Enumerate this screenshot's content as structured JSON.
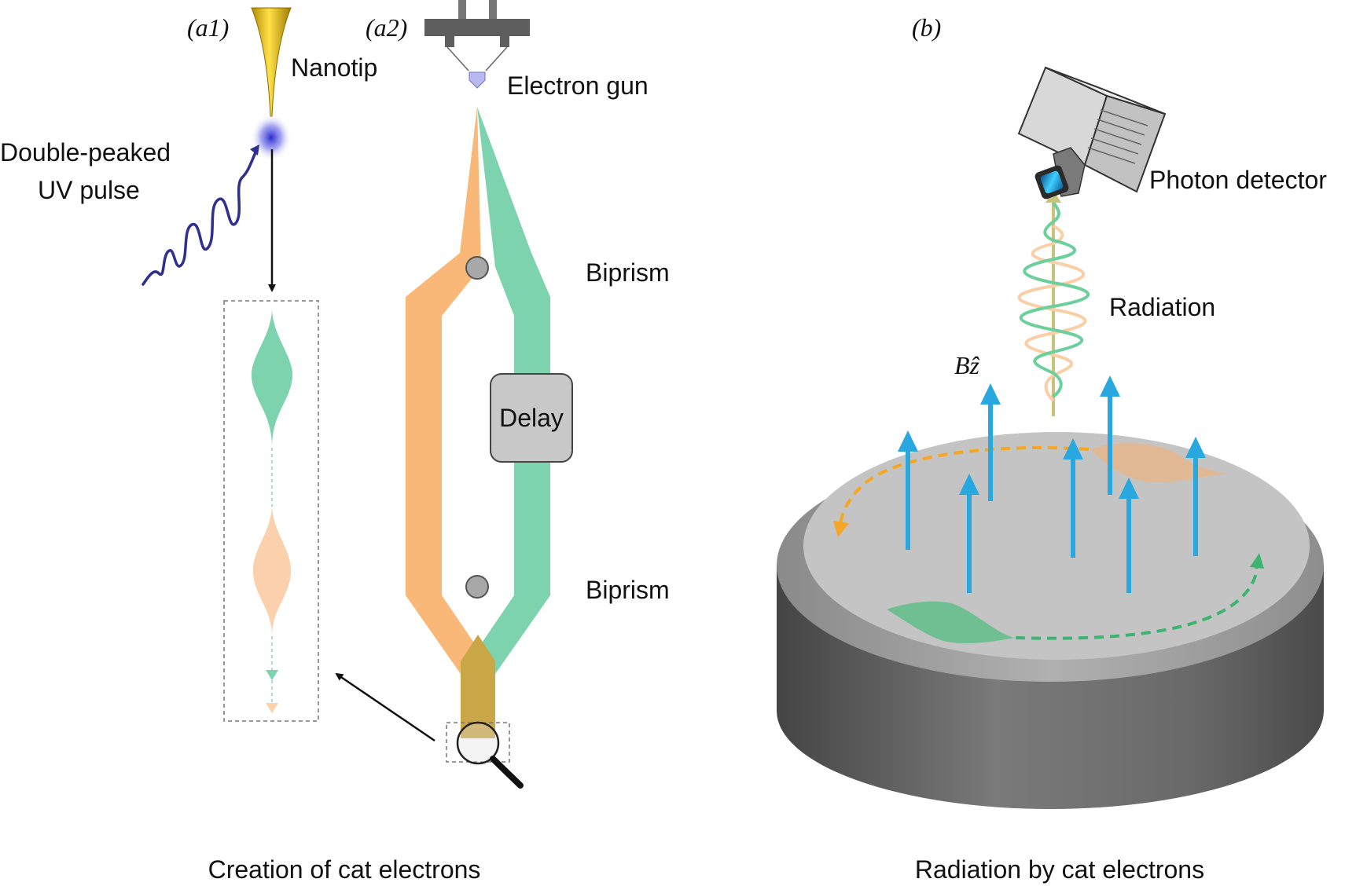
{
  "panels": {
    "a1": {
      "tag": "(a1)"
    },
    "a2": {
      "tag": "(a2)"
    },
    "b": {
      "tag": "(b)"
    }
  },
  "labels": {
    "nanotip": "Nanotip",
    "uv_pulse_line1": "Double-peaked",
    "uv_pulse_line2": "UV pulse",
    "electron_gun": "Electron gun",
    "biprism_top": "Biprism",
    "biprism_bottom": "Biprism",
    "delay": "Delay",
    "photon_detector": "Photon detector",
    "radiation": "Radiation",
    "field": "Bẑ"
  },
  "captions": {
    "left": "Creation of cat electrons",
    "right": "Radiation by cat electrons"
  },
  "colors": {
    "orange_path": "#f9b877",
    "green_path": "#7dd3ad",
    "field_arrow": "#29a8e0",
    "nanotip_gold": "#e0b800",
    "uv_wave": "#2e2f8f",
    "disc_top": "#c4c4c4",
    "disc_side": "#5a5a5a"
  }
}
